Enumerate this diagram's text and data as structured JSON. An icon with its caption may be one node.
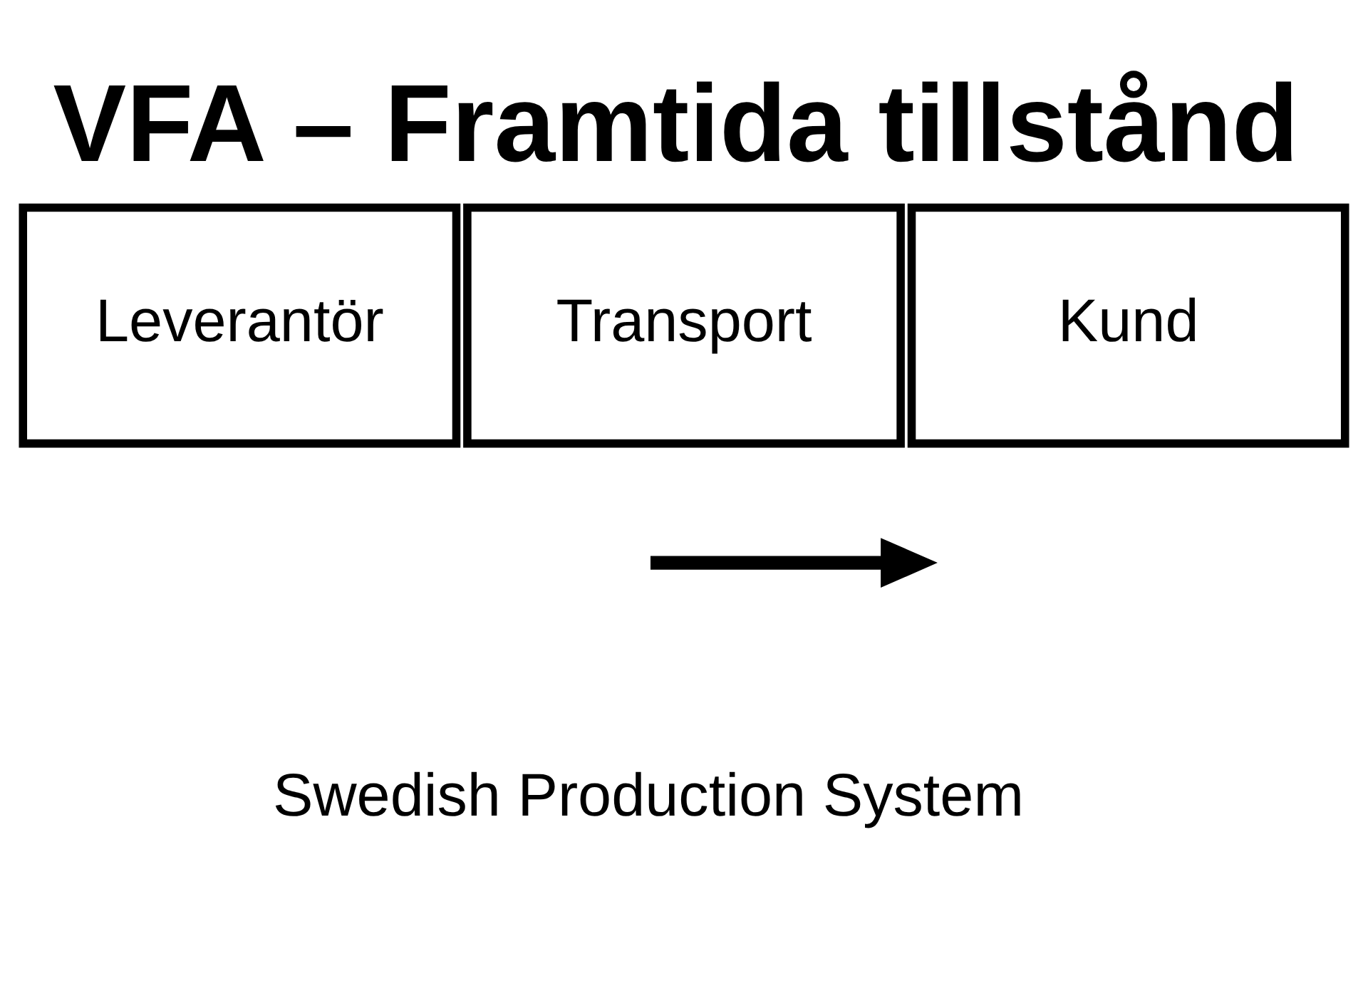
{
  "diagram": {
    "title": "VFA – Framtida tillstånd",
    "nodes": [
      {
        "text": [
          "Leverantör"
        ]
      },
      {
        "text": [
          "Transport"
        ]
      },
      {
        "text": [
          "Kund"
        ]
      }
    ],
    "labels": [
      "Swedish Production System"
    ]
  }
}
